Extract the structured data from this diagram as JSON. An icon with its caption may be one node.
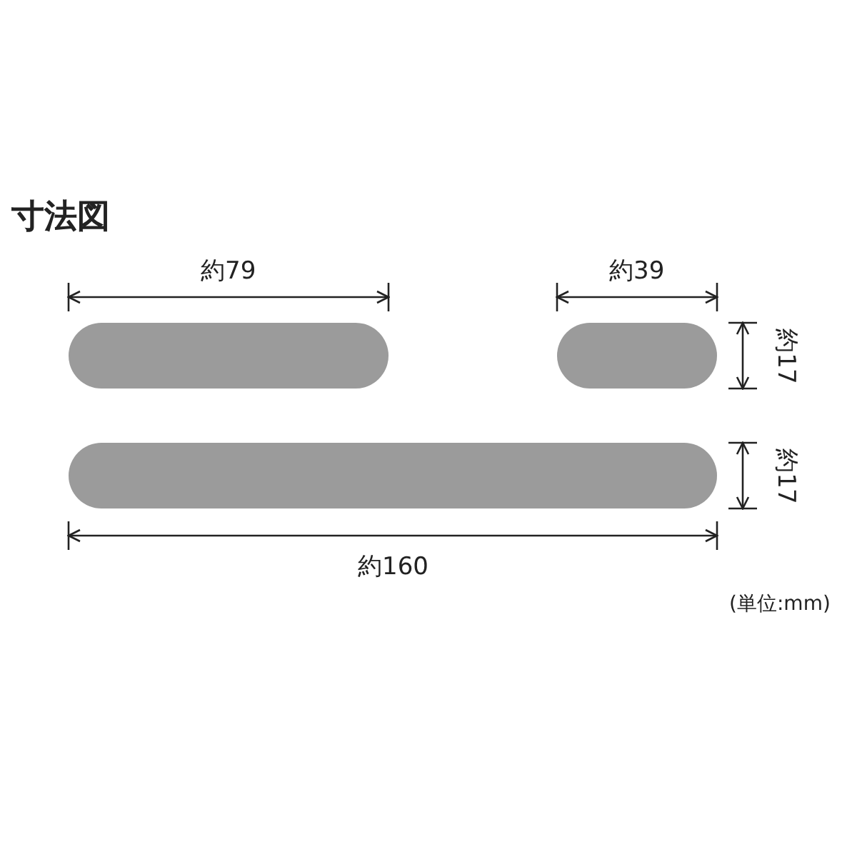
{
  "diagram": {
    "title": "寸法図",
    "nodes": [
      {
        "text": [],
        "shape": "bar"
      },
      {
        "text": [],
        "shape": "bar"
      },
      {
        "text": [],
        "shape": "bar"
      }
    ],
    "labels": [
      "約79",
      "約39",
      "約17",
      "約17",
      "約160",
      "(単位:mm)"
    ]
  }
}
